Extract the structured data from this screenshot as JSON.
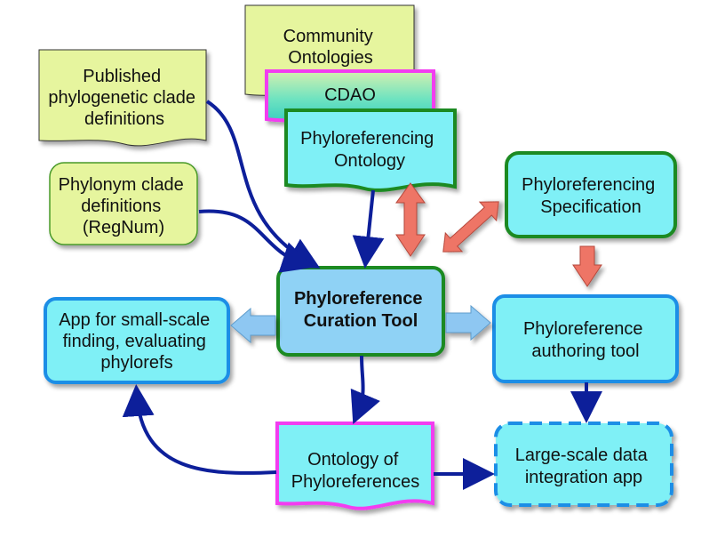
{
  "colors": {
    "lime_fill": "#e6f59e",
    "cyan_fill": "#7ff0f6",
    "blue_fill": "#8fd2f5",
    "green_border": "#1f8a24",
    "blue_border": "#1c8ee6",
    "magenta_border": "#f23cf0",
    "navy_arrow": "#0d1f9a",
    "salmon_arrow": "#ee7466",
    "lightblue_arrow": "#8ec7f2"
  },
  "nodes": {
    "community": [
      "Community",
      "Ontologies"
    ],
    "cdao": [
      "CDAO"
    ],
    "phyloref_ontology": [
      "Phyloreferencing",
      "Ontology"
    ],
    "published": [
      "Published",
      "phylogenetic clade",
      "definitions"
    ],
    "phylonym": [
      "Phylonym clade",
      "definitions",
      "(RegNum)"
    ],
    "specification": [
      "Phyloreferencing",
      "Specification"
    ],
    "curation": [
      "Phyloreference",
      "Curation Tool"
    ],
    "app_small": [
      "App for small-scale",
      "finding, evaluating",
      "phylorefs"
    ],
    "authoring": [
      "Phyloreference",
      "authoring tool"
    ],
    "ontology_of": [
      "Ontology of",
      "Phyloreferences"
    ],
    "large_scale": [
      "Large-scale data",
      "integration app"
    ]
  }
}
